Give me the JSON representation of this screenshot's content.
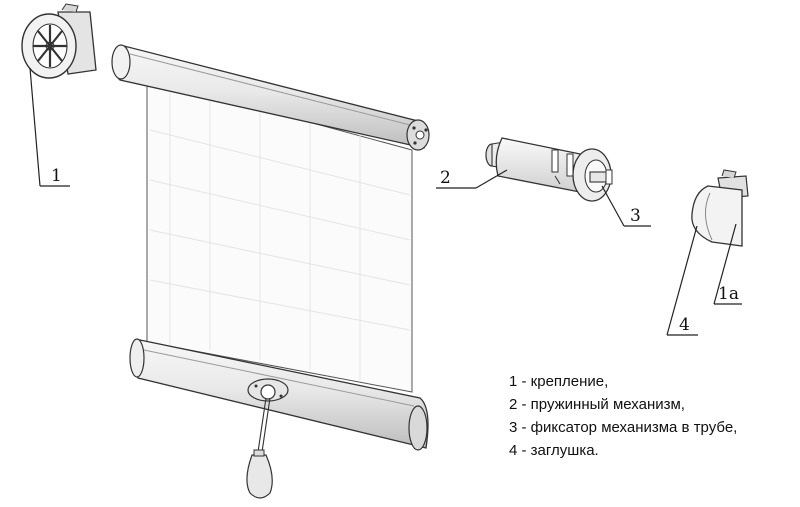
{
  "callouts": {
    "bracket": "1",
    "spring": "2",
    "fixer": "3",
    "cap": "4",
    "bracket_alt": "1а"
  },
  "legend": [
    "1 - крепление,",
    "2 - пружинный механизм,",
    "3 - фиксатор механизма в трубе,",
    "4 - заглушка."
  ]
}
